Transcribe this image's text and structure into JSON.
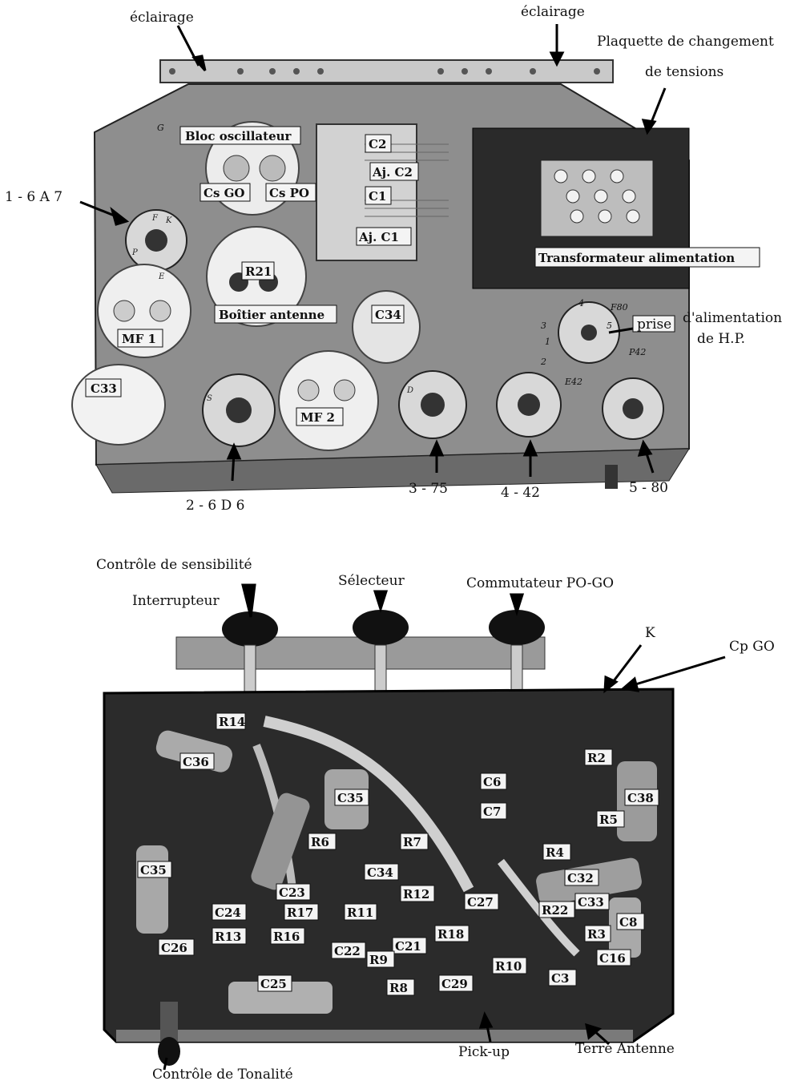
{
  "top_figure": {
    "callouts": {
      "eclairage_left": "éclairage",
      "eclairage_right": "éclairage",
      "plaquette_line1": "Plaquette de changement",
      "plaquette_line2": "de tensions",
      "tube_1": "1 - 6 A 7",
      "tube_2": "2 - 6 D 6",
      "tube_3": "3 - 75",
      "tube_4": "4 - 42",
      "tube_5": "5 - 80",
      "prise_alim_line1": "d'alimentation",
      "prise_alim_line2": "de H.P.",
      "prise_word": "prise"
    },
    "boxed_labels": {
      "bloc_oscillateur": "Bloc oscillateur",
      "cs_go": "Cs GO",
      "cs_po": "Cs PO",
      "c2": "C2",
      "aj_c2": "Aj. C2",
      "c1": "C1",
      "aj_c1": "Aj. C1",
      "transformateur": "Transformateur alimentation",
      "r21": "R21",
      "boitier_antenne": "Boîtier antenne",
      "c34": "C34",
      "mf1": "MF 1",
      "mf2": "MF 2",
      "c33": "C33"
    },
    "pin_marks": {
      "g": "G",
      "f": "F",
      "k": "K",
      "p": "P",
      "e": "E",
      "s": "S",
      "d": "D",
      "pin_3": "3",
      "pin_4": "4",
      "pin_5": "5",
      "pin_2": "2",
      "pin_1": "1",
      "f80": "F80",
      "p42": "P42",
      "e42": "E42"
    }
  },
  "bottom_figure": {
    "callouts": {
      "controle_sensibilite": "Contrôle de sensibilité",
      "interrupteur": "Interrupteur",
      "selecteur": "Sélecteur",
      "commutateur": "Commutateur PO-GO",
      "k": "K",
      "cp_go": "Cp GO",
      "pick_up": "Pick-up",
      "terre_antenne": "Terre Antenne",
      "controle_tonalite": "Contrôle de Tonalité"
    },
    "component_labels": [
      "R14",
      "C36",
      "C35",
      "R6",
      "R7",
      "C6",
      "C7",
      "R2",
      "C38",
      "R5",
      "R4",
      "C35",
      "C34",
      "R12",
      "C23",
      "R17",
      "R11",
      "C24",
      "C27",
      "C32",
      "R22",
      "C33",
      "C8",
      "R13",
      "R16",
      "R18",
      "R3",
      "C26",
      "C22",
      "C21",
      "R9",
      "R10",
      "C16",
      "C25",
      "R8",
      "C29",
      "C3"
    ]
  }
}
